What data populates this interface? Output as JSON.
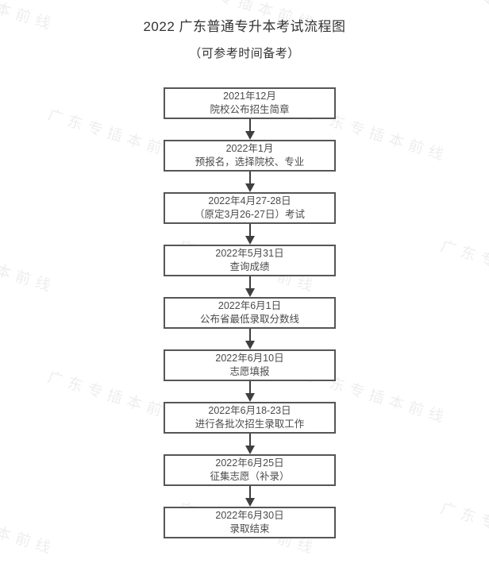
{
  "title": "2022 广东普通专升本考试流程图",
  "subtitle": "（可参考时间备考）",
  "watermark": {
    "text": "广东专插本前线"
  },
  "colors": {
    "background": "#ffffff",
    "title_text": "#333333",
    "box_border": "#565656",
    "box_text": "#4b4b4b",
    "arrow": "#3f3f3f",
    "watermark_text": "rgba(0,0,0,0.07)"
  },
  "flow_steps": [
    {
      "line1": "2021年12月",
      "line2": "院校公布招生简章"
    },
    {
      "line1": "2022年1月",
      "line2": "预报名，选择院校、专业"
    },
    {
      "line1": "2022年4月27-28日",
      "line2": "（原定3月26-27日）考试"
    },
    {
      "line1": "2022年5月31日",
      "line2": "查询成绩"
    },
    {
      "line1": "2022年6月1日",
      "line2": "公布省最低录取分数线"
    },
    {
      "line1": "2022年6月10日",
      "line2": "志愿填报"
    },
    {
      "line1": "2022年6月18-23日",
      "line2": "进行各批次招生录取工作"
    },
    {
      "line1": "2022年6月25日",
      "line2": "征集志愿（补录）"
    },
    {
      "line1": "2022年6月30日",
      "line2": "录取结束"
    }
  ]
}
